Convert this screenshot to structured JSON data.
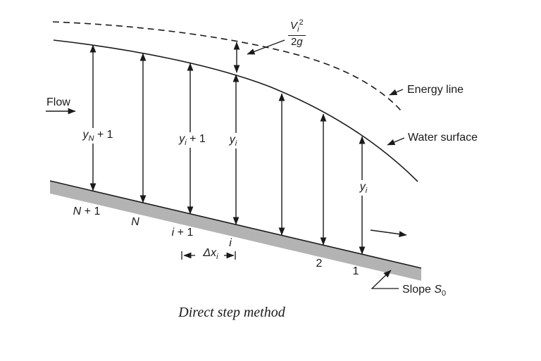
{
  "colors": {
    "line": "#1a1a1a",
    "bed_fill": "#b3b3b3",
    "background": "#ffffff"
  },
  "labels": {
    "flow": "Flow",
    "energy_line": "Energy line",
    "water_surface": "Water surface",
    "velocity_head": {
      "num_var": "V",
      "num_sub": "i",
      "num_sup": "2",
      "den_coef": "2",
      "den_var": "g"
    },
    "depth_n_plus_1": {
      "var": "y",
      "sub": "N",
      "rest": " + 1"
    },
    "depth_i_plus_1": {
      "var": "y",
      "sub": "i",
      "rest": " + 1"
    },
    "depth_i_mid": {
      "var": "y",
      "sub": "i"
    },
    "depth_i_right": {
      "var": "y",
      "sub": "i"
    },
    "station_n_plus_1": {
      "var": "N",
      "rest": " + 1"
    },
    "station_n": {
      "var": "N"
    },
    "station_i_plus_1": {
      "var": "i",
      "rest": " + 1"
    },
    "station_i": {
      "var": "i"
    },
    "station_2": "2",
    "station_1": "1",
    "step_length": {
      "delta": "Δ",
      "var": "x",
      "sub": "i"
    },
    "slope": {
      "word": "Slope ",
      "var": "S",
      "sub": "0"
    },
    "caption": "Direct step method"
  }
}
